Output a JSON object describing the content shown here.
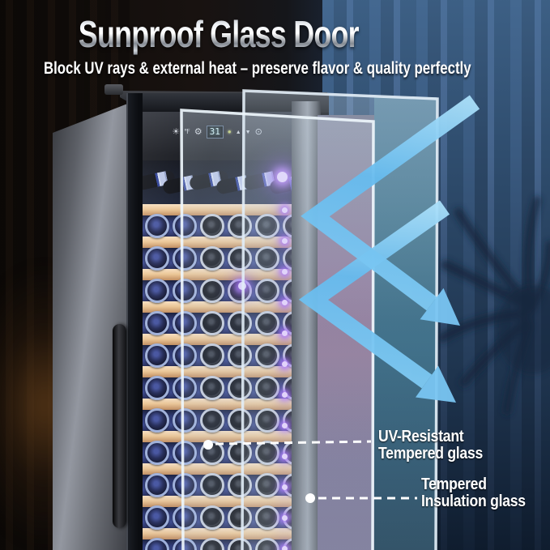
{
  "header": {
    "title": "Sunproof Glass Door",
    "subtitle": "Block UV rays & external heat – preserve flavor & quality perfectly"
  },
  "control_panel": {
    "display_value": "31",
    "icons": [
      {
        "name": "light-icon",
        "glyph": "☀"
      },
      {
        "name": "temp-unit-icon",
        "glyph": "℉"
      },
      {
        "name": "settings-icon",
        "glyph": "⚙"
      },
      {
        "name": "lamp-indicator-icon",
        "glyph": "●"
      },
      {
        "name": "temp-up-icon",
        "glyph": "▲"
      },
      {
        "name": "temp-down-icon",
        "glyph": "▼"
      },
      {
        "name": "power-icon",
        "glyph": "⊙"
      }
    ]
  },
  "callouts": {
    "front_glass": {
      "line1": "UV-Resistant",
      "line2": "Tempered glass"
    },
    "back_glass": {
      "line1": "Tempered",
      "line2": "Insulation glass"
    }
  },
  "colors": {
    "arrow_blue": "#6fc0ef",
    "led_violet": "#b36bff",
    "shelf_wood": "#eac493",
    "glass_edge": "#e9f3fb",
    "title_silver": "#d7dbe0"
  },
  "fridge": {
    "shelf_rows": 11,
    "bottles_per_row": 6,
    "top_bottles": 6,
    "led_count": 13
  }
}
